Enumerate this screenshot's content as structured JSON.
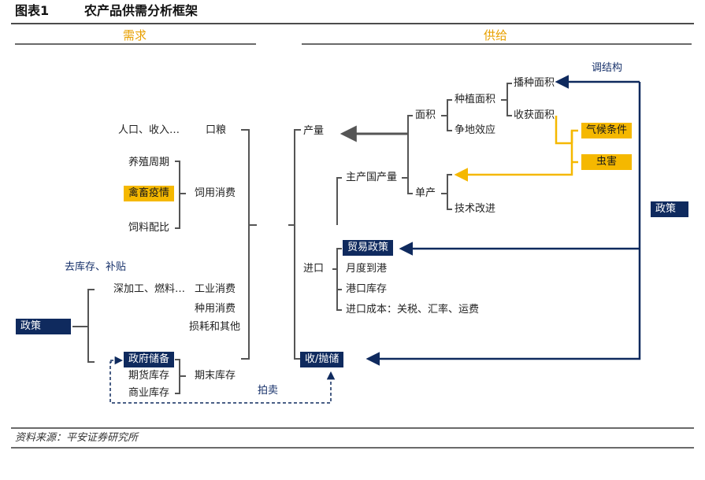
{
  "title": {
    "fig_no": "图表1",
    "name": "农产品供需分析框架"
  },
  "demand": {
    "header": "需求",
    "kouliang_causes": "人口、收入…",
    "kouliang": "口粮",
    "yangzhi": "养殖周期",
    "qinxu": "禽畜疫情",
    "siliao_peibi": "饲料配比",
    "siyong": "饲用消费",
    "qu_kucun": "去库存、补贴",
    "shenjiagong": "深加工、燃料…",
    "gongye": "工业消费",
    "zhongyong": "种用消费",
    "sunhao": "损耗和其他",
    "policy": "政策",
    "zhengfu": "政府储备",
    "qihuo": "期货库存",
    "shangye": "商业库存",
    "qimo": "期末库存",
    "paimai": "拍卖"
  },
  "supply": {
    "header": "供给",
    "chanliang": "产量",
    "mianji": "面积",
    "zhongzhi": "种植面积",
    "bozhong": "播种面积",
    "shouhuo": "收获面积",
    "zhengdi": "争地效应",
    "tiaojiegou": "调结构",
    "qihou": "气候条件",
    "chonghai": "虫害",
    "zhuchan": "主产国产量",
    "danchan": "单产",
    "jishu": "技术改进",
    "policy_right": "政策",
    "jinkou": "进口",
    "maoyi": "贸易政策",
    "yuedu": "月度到港",
    "gangkou": "港口库存",
    "jinkou_chengben": "进口成本：关税、汇率、运费",
    "shou_pao": "收/抛储"
  },
  "source": "资料来源：平安证券研究所",
  "colors": {
    "navy": "#0f2a5e",
    "gold": "#f5b800",
    "orange_text": "#e8a000",
    "grey_line": "#555555"
  }
}
